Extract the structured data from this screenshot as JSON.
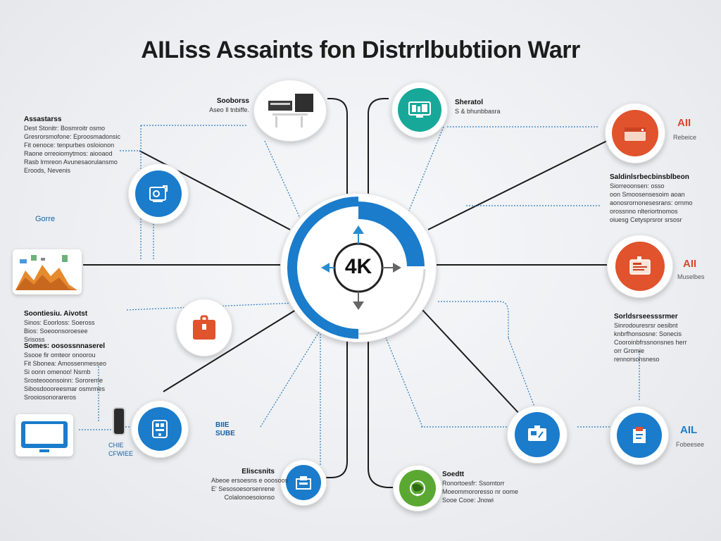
{
  "title": "AILiss Assaints fon Distrrlbubtiion Warr",
  "hub": {
    "label": "4K"
  },
  "colors": {
    "blue": "#1a7ccb",
    "orange": "#e0532c",
    "teal": "#17a89a",
    "green": "#5aa832",
    "grey": "#8a8a8a"
  },
  "labels": {
    "top_left": {
      "heading": "Assastarss",
      "lines": [
        "Dest Stonitr: Bosmroitr osmo",
        "Gresrorsmofone: Eproosmadonsic",
        "Fit oenoce: tenpurbes osloionon",
        "Raone orreoiomytmos: aiooaod",
        "Rasb lrmreon Avunesaorulansmo",
        "Eroods, Nevenis"
      ]
    },
    "top_center": {
      "heading": "Sooborss",
      "sub": "Aseo Il tnbiffe."
    },
    "top_right_center": {
      "heading": "Sheratol",
      "sub": "S & bhunbbasra"
    },
    "right_mid": {
      "heading": "Saldinlsrbecbinsblbeon",
      "lines": [
        "Siorreoonsen: osso",
        "oon Smoosensesoim aoan",
        "aonosrornonesesrans: ornmo",
        "orossnno nlteriortnomos",
        "oiuesg Cetysprsror srsosr"
      ]
    },
    "right_lower": {
      "heading": "Sorldsrseesssrmer",
      "lines": [
        "Sinrodouresrsr oesibnt",
        "knbrfhonsosne: Sonecis",
        "Cooroinbfrssnonsnes herr",
        "orr Gromie",
        "rennorsonsneso"
      ]
    },
    "left_mid": {
      "heading": "Soontiesiu. Aivotst",
      "lines": [
        "Sinos: Eoorloss: Soeross",
        "Bios: Soeoonsoroesee",
        "Srisoss"
      ]
    },
    "left_lower": {
      "heading": "Somes: oosossnnaserel",
      "lines": [
        "Ssooe fir omteor onoorou",
        "Fit Sbonea: Amossenmesseo",
        "Si oonn omenoo! Nsrnb",
        "Srosteooonsoinn: Sororeme",
        "Sibosdoooreesmar osmrmes",
        "Srooiosonorareros"
      ]
    },
    "gore": "Gorre",
    "bottom_left_small": "CHIE\nCFWIEE",
    "bottom_center_left": {
      "heading": "Eliscsnits",
      "lines": [
        "Abeoe ersoesns e ooosoos",
        "E' Sesosoesorsenrene",
        "Colalonoesoionso"
      ]
    },
    "bottom_center_right": {
      "heading": "Soedtt",
      "lines": [
        "Ronortoesfr: Ssomtorr",
        "Moeommororesso nr oome",
        "Sooe Cooe: Jnowi"
      ]
    },
    "mid_tag": "BIIE\nSUBE"
  },
  "side_tags": [
    {
      "title": "AII",
      "sub": "Rebeice",
      "color": "#d9482b"
    },
    {
      "title": "AII",
      "sub": "Muselbes",
      "color": "#d9482b"
    },
    {
      "title": "AIL",
      "sub": "Fobeesee",
      "color": "#1a7ccb"
    }
  ],
  "icons": [
    "hub-icon",
    "server-icon",
    "monitor-icon",
    "briefcase-icon",
    "gear-icon",
    "chart-icon",
    "shopping-bag-icon",
    "laptop-icon",
    "tablet-icon",
    "document-icon",
    "globe-icon",
    "box-icon"
  ]
}
